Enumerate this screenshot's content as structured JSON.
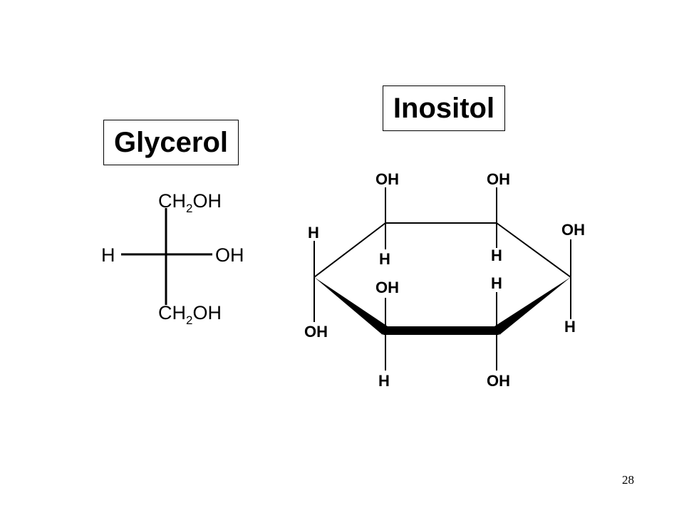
{
  "glycerol": {
    "title": "Glycerol",
    "top_group_main": "CH",
    "top_group_sub": "2",
    "top_group_end": "OH",
    "left_group": "H",
    "right_group": "OH",
    "bottom_group_main": "CH",
    "bottom_group_sub": "2",
    "bottom_group_end": "OH"
  },
  "inositol": {
    "title": "Inositol",
    "c2_up": "OH",
    "c2_down": "H",
    "c3_up": "OH",
    "c3_down": "H",
    "c4_up": "OH",
    "c4_down": "H",
    "c1_up": "H",
    "c1_down": "OH",
    "c6_up": "OH",
    "c6_down": "H",
    "c5_up": "H",
    "c5_down": "OH"
  },
  "page_number": "28"
}
